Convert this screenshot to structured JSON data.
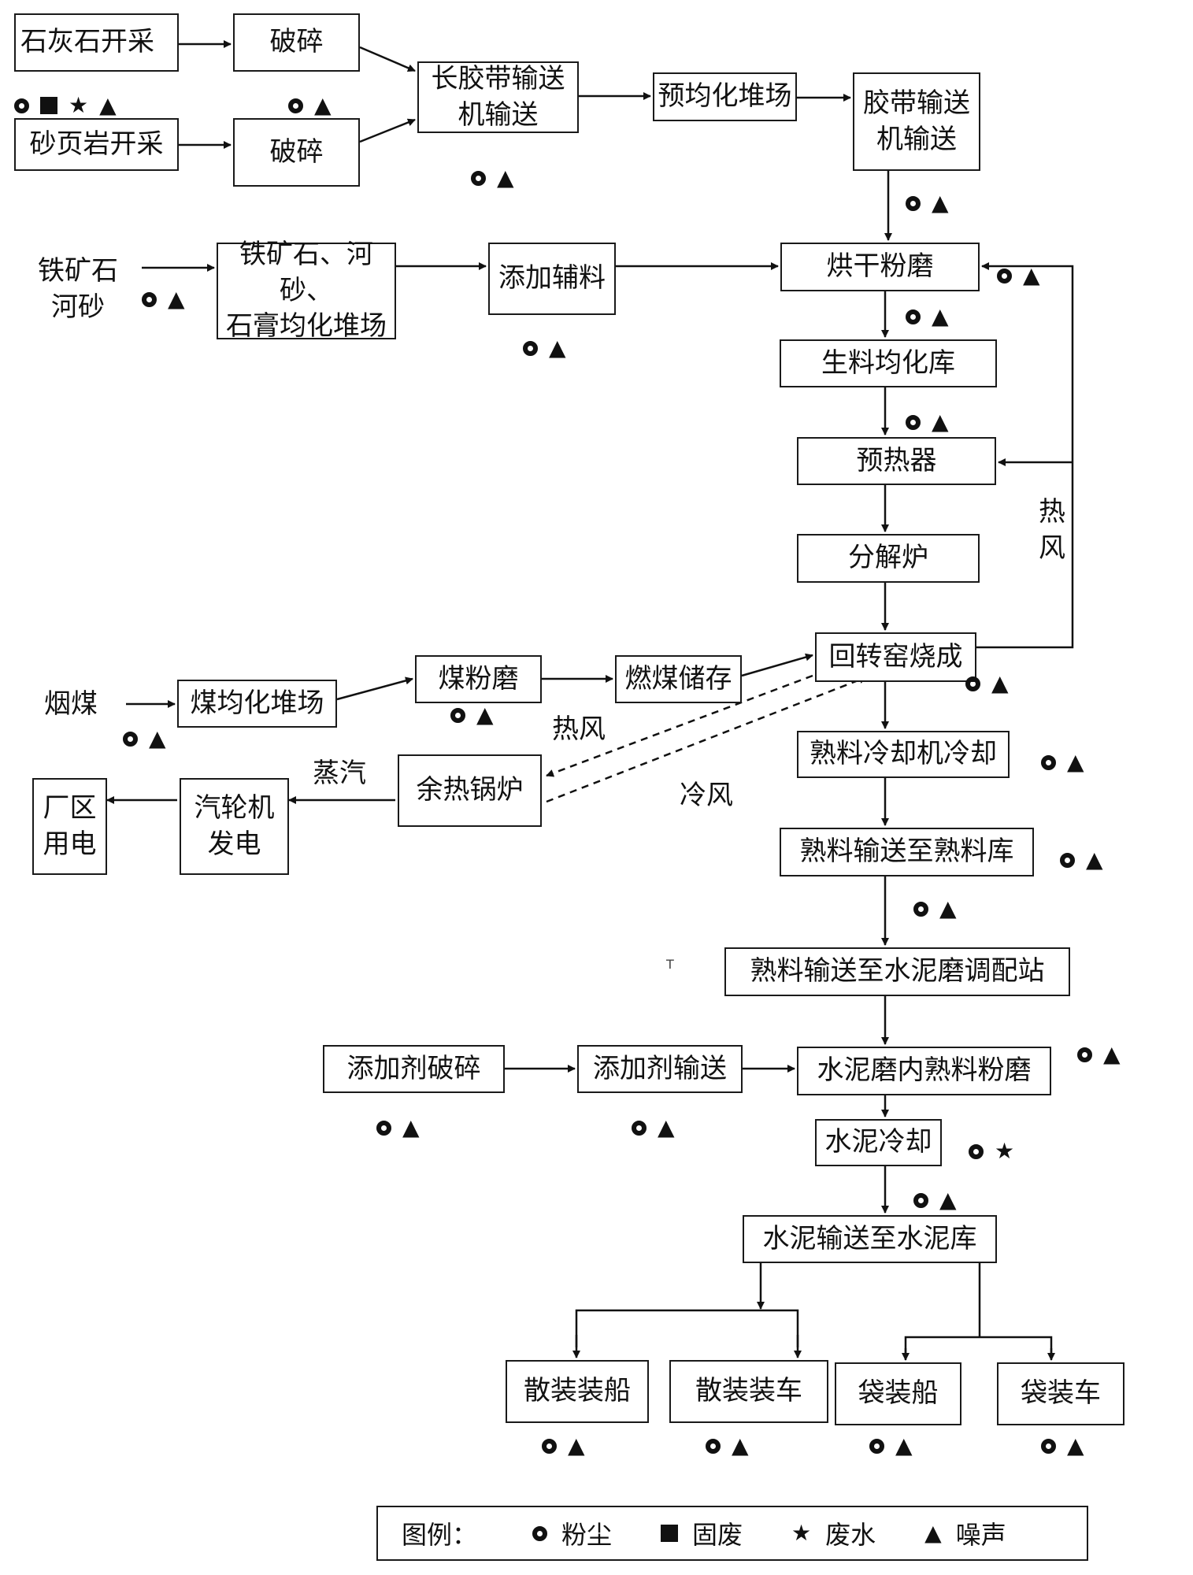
{
  "boxes": {
    "limestone_mining": "石灰石开采",
    "crush_1": "破碎",
    "shale_mining": "砂页岩开采",
    "crush_2": "破碎",
    "long_belt": "长胶带输送\n机输送",
    "pre_homogenization": "预均化堆场",
    "belt_conveyor": "胶带输送\n机输送",
    "iron_sand_yard": "铁矿石、河砂、\n石膏均化堆场",
    "add_auxiliary": "添加辅料",
    "drying_grinding": "烘干粉磨",
    "raw_meal_silo": "生料均化库",
    "preheater": "预热器",
    "calciner": "分解炉",
    "rotary_kiln": "回转窑烧成",
    "coal_yard": "煤均化堆场",
    "coal_mill": "煤粉磨",
    "coal_storage": "燃煤储存",
    "clinker_cooler": "熟料冷却机冷却",
    "clinker_to_silo": "熟料输送至熟料库",
    "clinker_to_station": "熟料输送至水泥磨调配站",
    "waste_heat_boiler": "余热锅炉",
    "turbine": "汽轮机\n发电",
    "plant_power": "厂区\n用电",
    "additive_crush": "添加剂破碎",
    "additive_convey": "添加剂输送",
    "cement_mill": "水泥磨内熟料粉磨",
    "cement_cool": "水泥冷却",
    "cement_to_silo": "水泥输送至水泥库",
    "bulk_ship": "散装装船",
    "bulk_truck": "散装装车",
    "bag_ship": "袋装船",
    "bag_truck": "袋装车"
  },
  "labels": {
    "iron_ore_sand": "铁矿石\n河砂",
    "bituminous_coal": "烟煤",
    "hot_air_right": "热\n风",
    "hot_air": "热风",
    "cold_air": "冷风",
    "steam": "蒸汽",
    "stray_mark": "T"
  },
  "legend": {
    "title": "图例：",
    "dust": "粉尘",
    "solid_waste": "固废",
    "waste_water": "废水",
    "noise": "噪声"
  },
  "symbols": {
    "water": "★",
    "noise": "▲"
  }
}
